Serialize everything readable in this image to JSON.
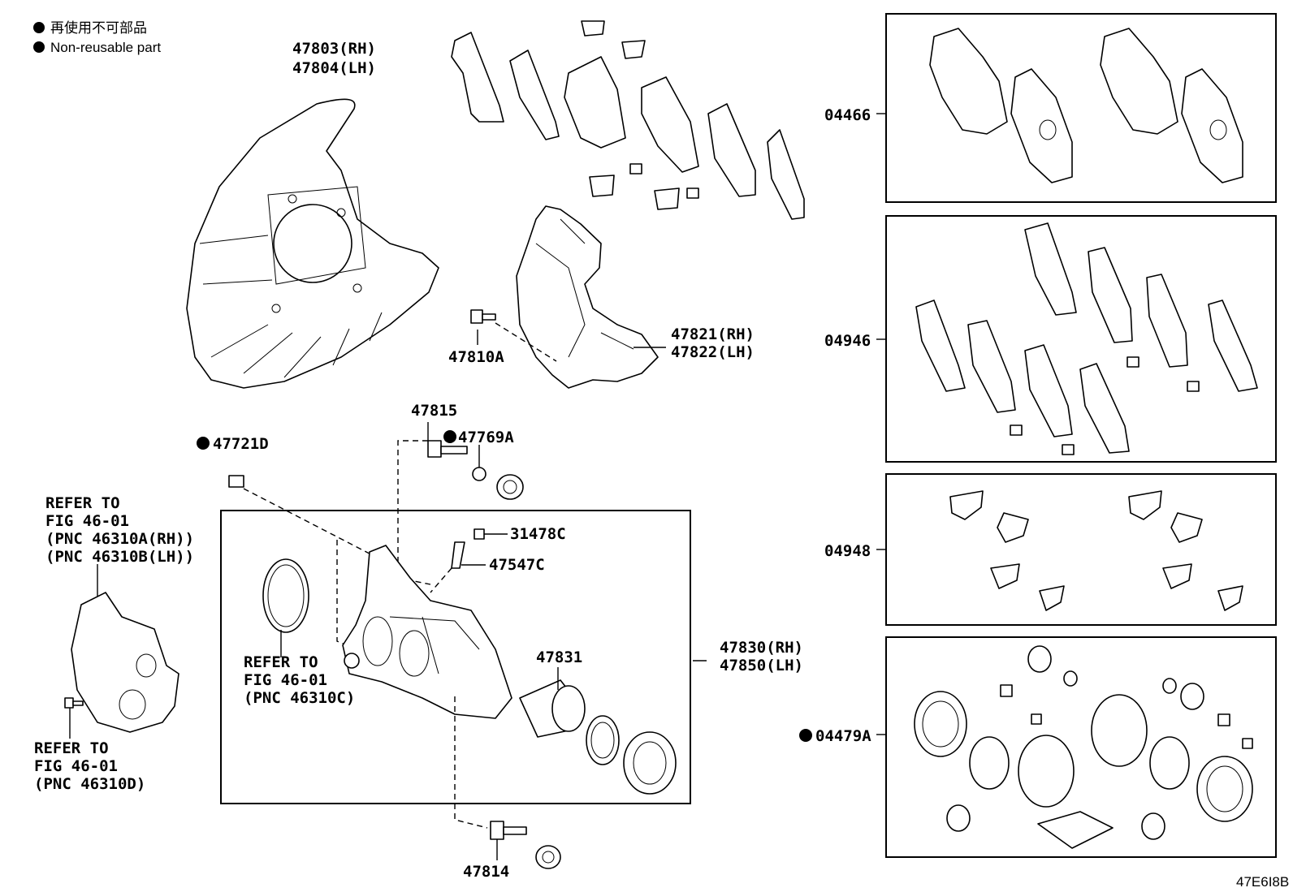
{
  "legend": {
    "jp": "再使用不可部品",
    "en": "Non-reusable part"
  },
  "labels": {
    "dust_cover": [
      "47803(RH)",
      "47804(LH)"
    ],
    "bracket": [
      "47821(RH)",
      "47822(LH)"
    ],
    "bolt_47810A": "47810A",
    "pin_47815": "47815",
    "boot_47769A": "47769A",
    "bolt_47721D": "47721D",
    "refer_actuator": [
      "REFER TO",
      "FIG 46-01",
      "(PNC 46310A(RH))",
      "(PNC 46310B(LH))"
    ],
    "refer_bolt": [
      "REFER TO",
      "FIG 46-01",
      "(PNC 46310D)"
    ],
    "refer_seal": [
      "REFER TO",
      "FIG 46-01",
      "(PNC 46310C)"
    ],
    "cap_31478C": "31478C",
    "plug_47547C": "47547C",
    "piston_47831": "47831",
    "caliper": [
      "47830(RH)",
      "47850(LH)"
    ],
    "pin_47814": "47814",
    "kit_04466": "04466",
    "kit_04946": "04946",
    "kit_04948": "04948",
    "kit_04479A": "04479A",
    "drawing_code": "47E6I8B"
  }
}
